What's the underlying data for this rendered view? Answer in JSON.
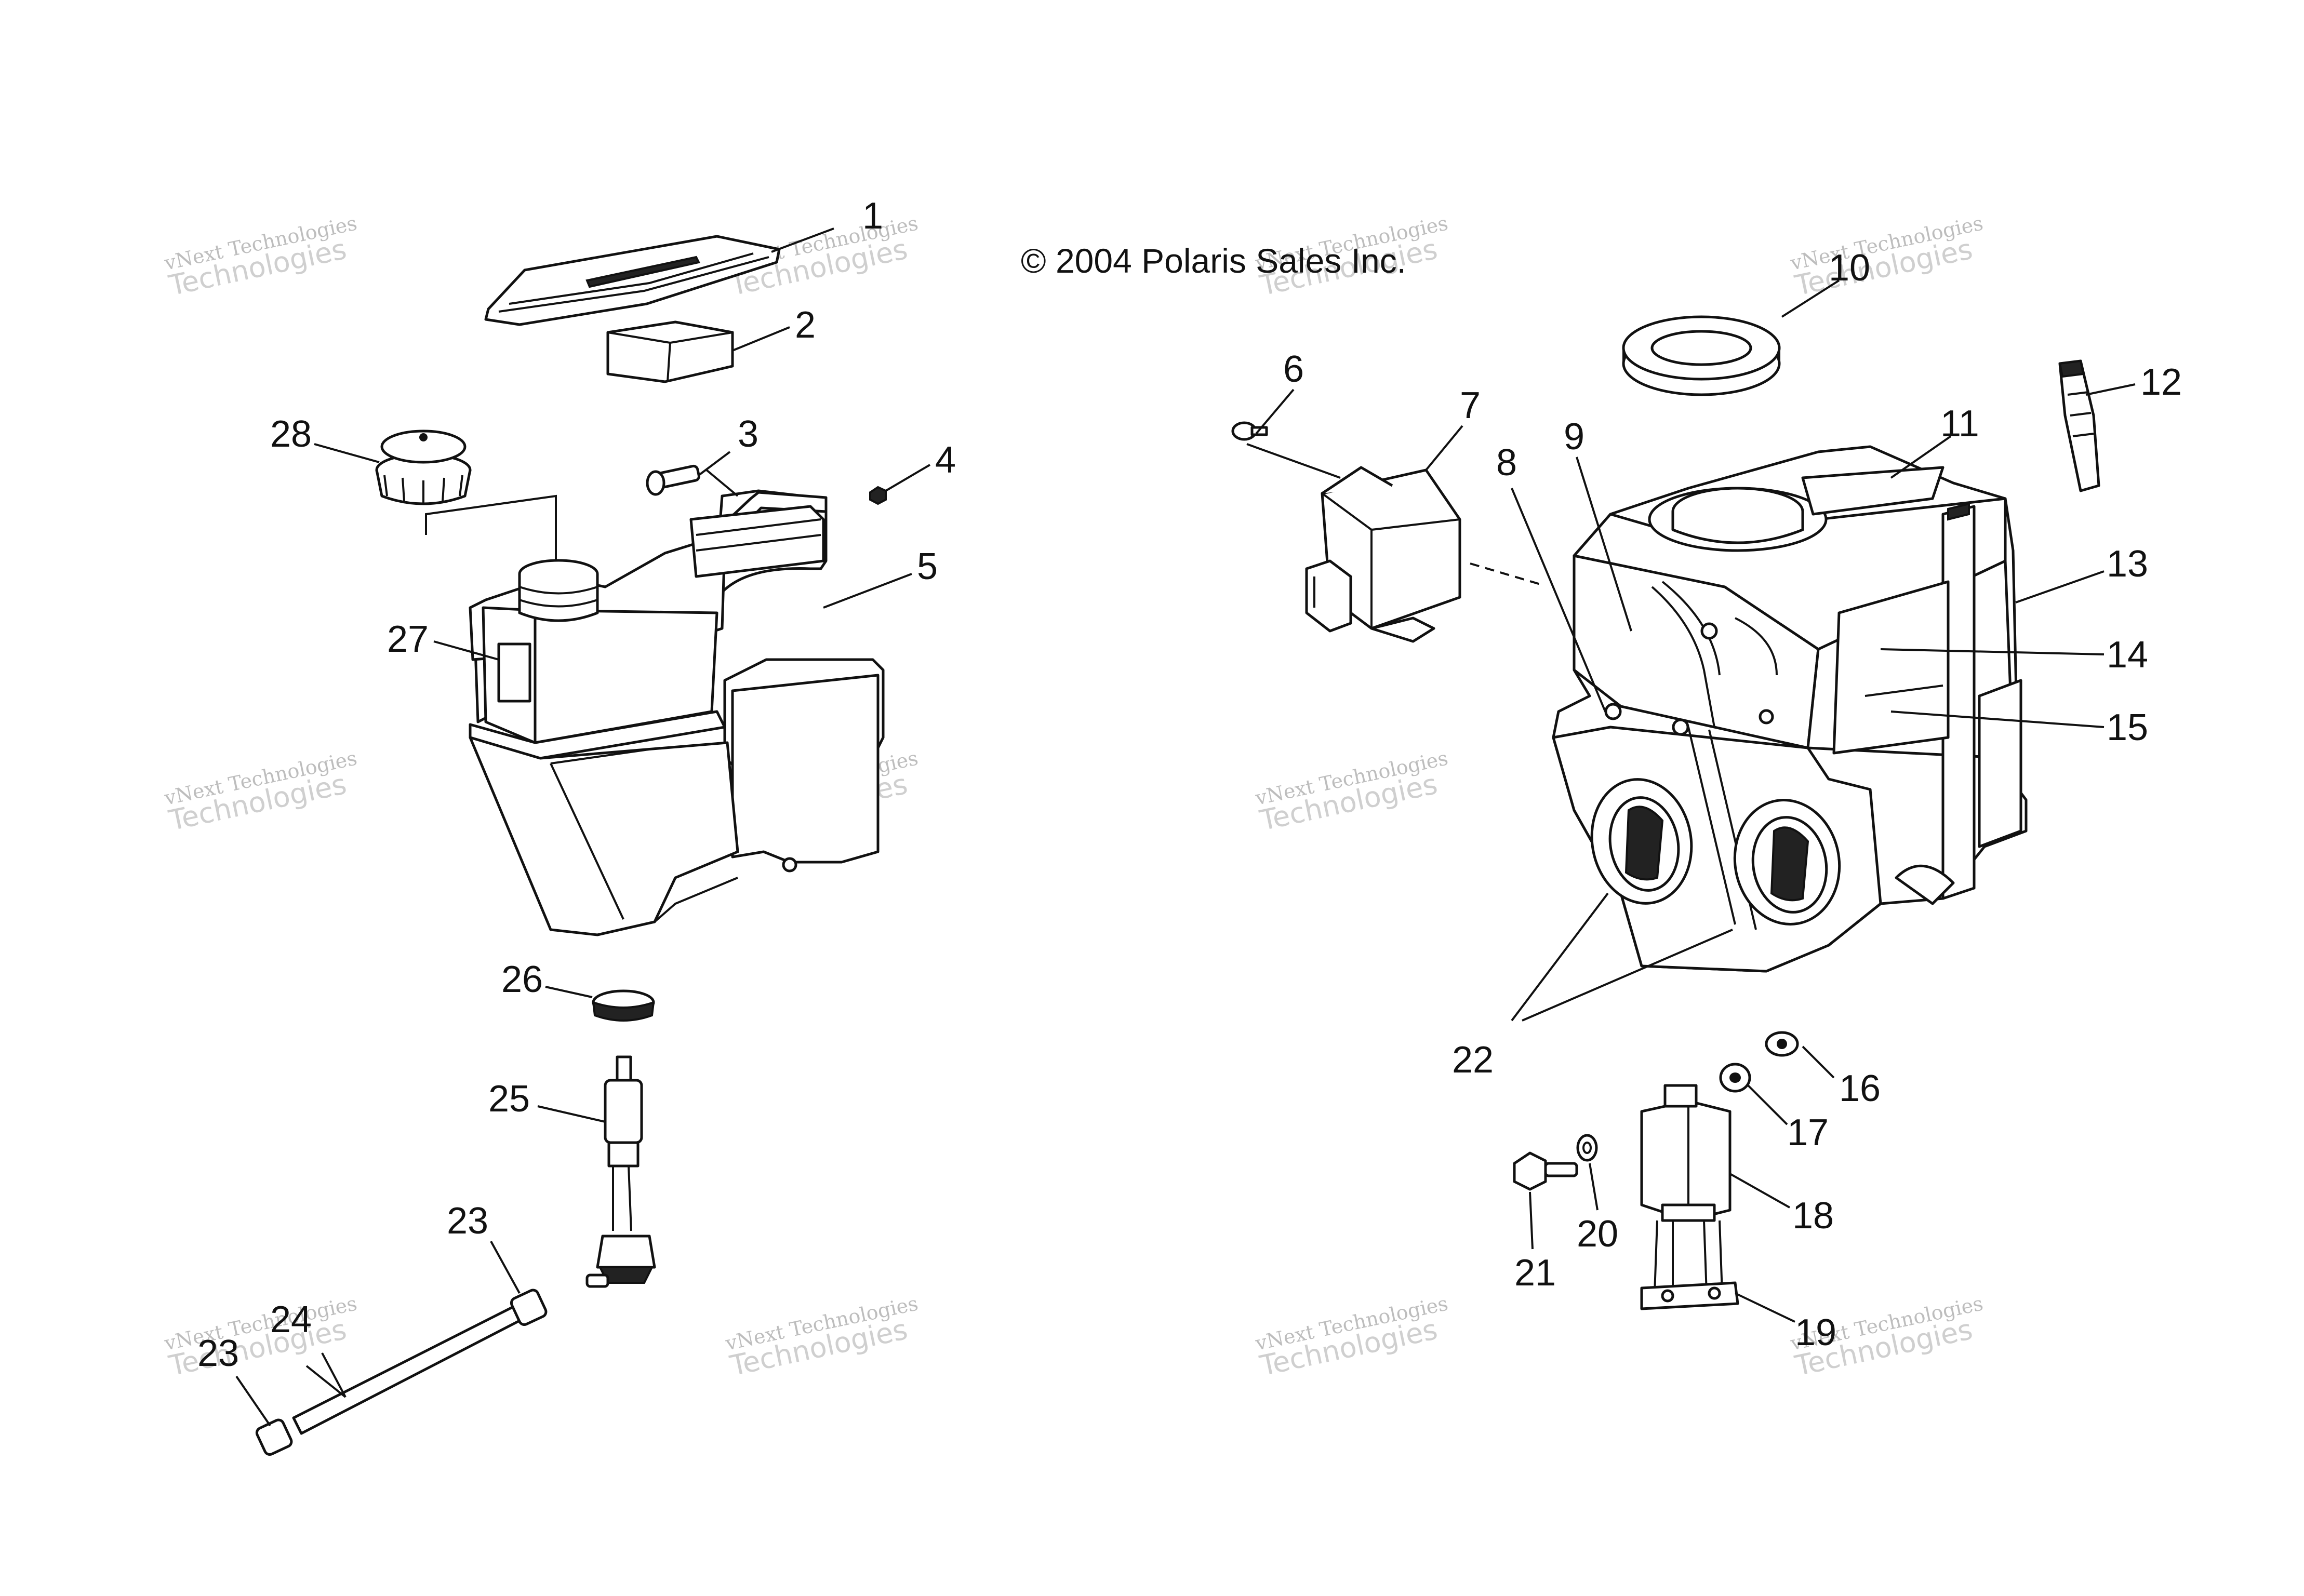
{
  "copyright": "© 2004 Polaris Sales Inc.",
  "watermark": {
    "line1": "vNext Technologies",
    "line2": "Technologies"
  },
  "callouts": [
    {
      "id": "1",
      "label": "1"
    },
    {
      "id": "2",
      "label": "2"
    },
    {
      "id": "3",
      "label": "3"
    },
    {
      "id": "4",
      "label": "4"
    },
    {
      "id": "5",
      "label": "5"
    },
    {
      "id": "6",
      "label": "6"
    },
    {
      "id": "7",
      "label": "7"
    },
    {
      "id": "8",
      "label": "8"
    },
    {
      "id": "9",
      "label": "9"
    },
    {
      "id": "10",
      "label": "10"
    },
    {
      "id": "11",
      "label": "11"
    },
    {
      "id": "12",
      "label": "12"
    },
    {
      "id": "13",
      "label": "13"
    },
    {
      "id": "14",
      "label": "14"
    },
    {
      "id": "15",
      "label": "15"
    },
    {
      "id": "16",
      "label": "16"
    },
    {
      "id": "17",
      "label": "17"
    },
    {
      "id": "18",
      "label": "18"
    },
    {
      "id": "19",
      "label": "19"
    },
    {
      "id": "20",
      "label": "20"
    },
    {
      "id": "21",
      "label": "21"
    },
    {
      "id": "22",
      "label": "22"
    },
    {
      "id": "23a",
      "label": "23"
    },
    {
      "id": "23b",
      "label": "23"
    },
    {
      "id": "24",
      "label": "24"
    },
    {
      "id": "25",
      "label": "25"
    },
    {
      "id": "26",
      "label": "26"
    },
    {
      "id": "27",
      "label": "27"
    },
    {
      "id": "28",
      "label": "28"
    }
  ]
}
